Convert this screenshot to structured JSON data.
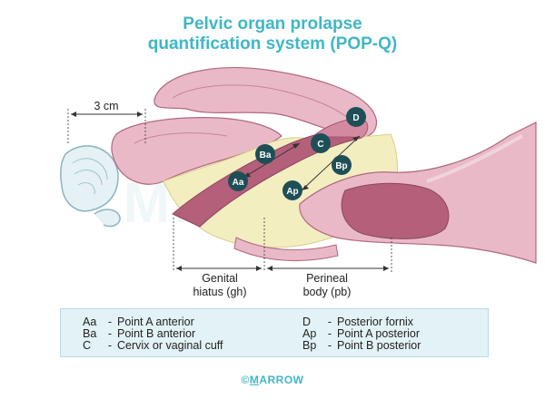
{
  "title": {
    "line1": "Pelvic organ prolapse",
    "line2": "quantification system (POP-Q)"
  },
  "measurements": {
    "length_label": "3 cm",
    "genital_hiatus": [
      "Genital",
      "hiatus (gh)"
    ],
    "perineal_body": [
      "Perineal",
      "body (pb)"
    ]
  },
  "points": {
    "Aa": "Aa",
    "Ba": "Ba",
    "C": "C",
    "D": "D",
    "Ap": "Ap",
    "Bp": "Bp"
  },
  "legend": [
    {
      "code": "Aa",
      "text": "Point A anterior"
    },
    {
      "code": "Ba",
      "text": "Point B anterior"
    },
    {
      "code": "C",
      "text": "Cervix or vaginal cuff"
    },
    {
      "code": "D",
      "text": "Posterior fornix"
    },
    {
      "code": "Ap",
      "text": "Point A posterior"
    },
    {
      "code": "Bp",
      "text": "Point B posterior"
    }
  ],
  "watermark": "MARROW",
  "footer": {
    "copyright": "©",
    "brand_first": "M",
    "brand_rest": "ARROW"
  },
  "colors": {
    "title": "#3fb7c6",
    "point_marker": "#1e4f57",
    "tissue_pink": "#e8b8c4",
    "tissue_dark": "#b4607a",
    "yellow_fat": "#f3eec0",
    "legend_bg": "#e3f2f6"
  }
}
